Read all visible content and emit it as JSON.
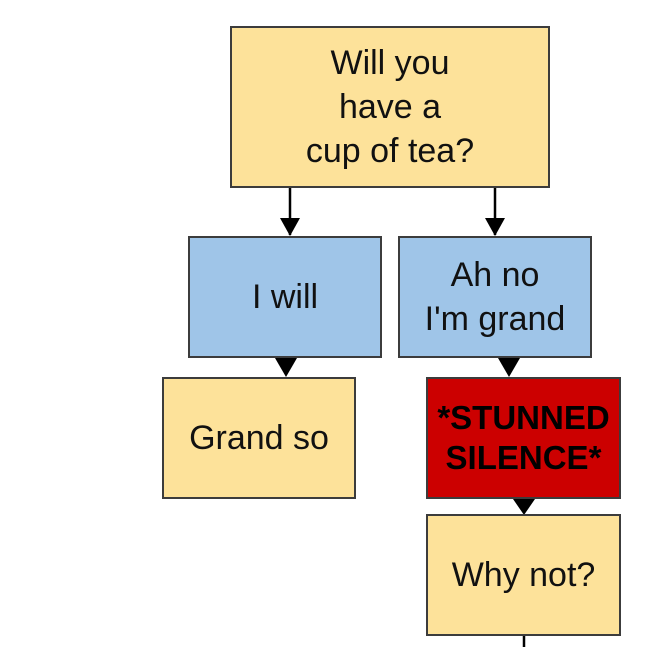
{
  "nodes": {
    "question": "Will you\nhave a\ncup of tea?",
    "yes": "I will",
    "no": "Ah no\nI'm grand",
    "grand_so": "Grand so",
    "silence": "*STUNNED\nSILENCE*",
    "why_not": "Why not?"
  },
  "colors": {
    "yellow": "#fde29a",
    "blue": "#9fc5e8",
    "red": "#cc0000",
    "border": "#3c3c3c",
    "arrow": "#000000"
  }
}
